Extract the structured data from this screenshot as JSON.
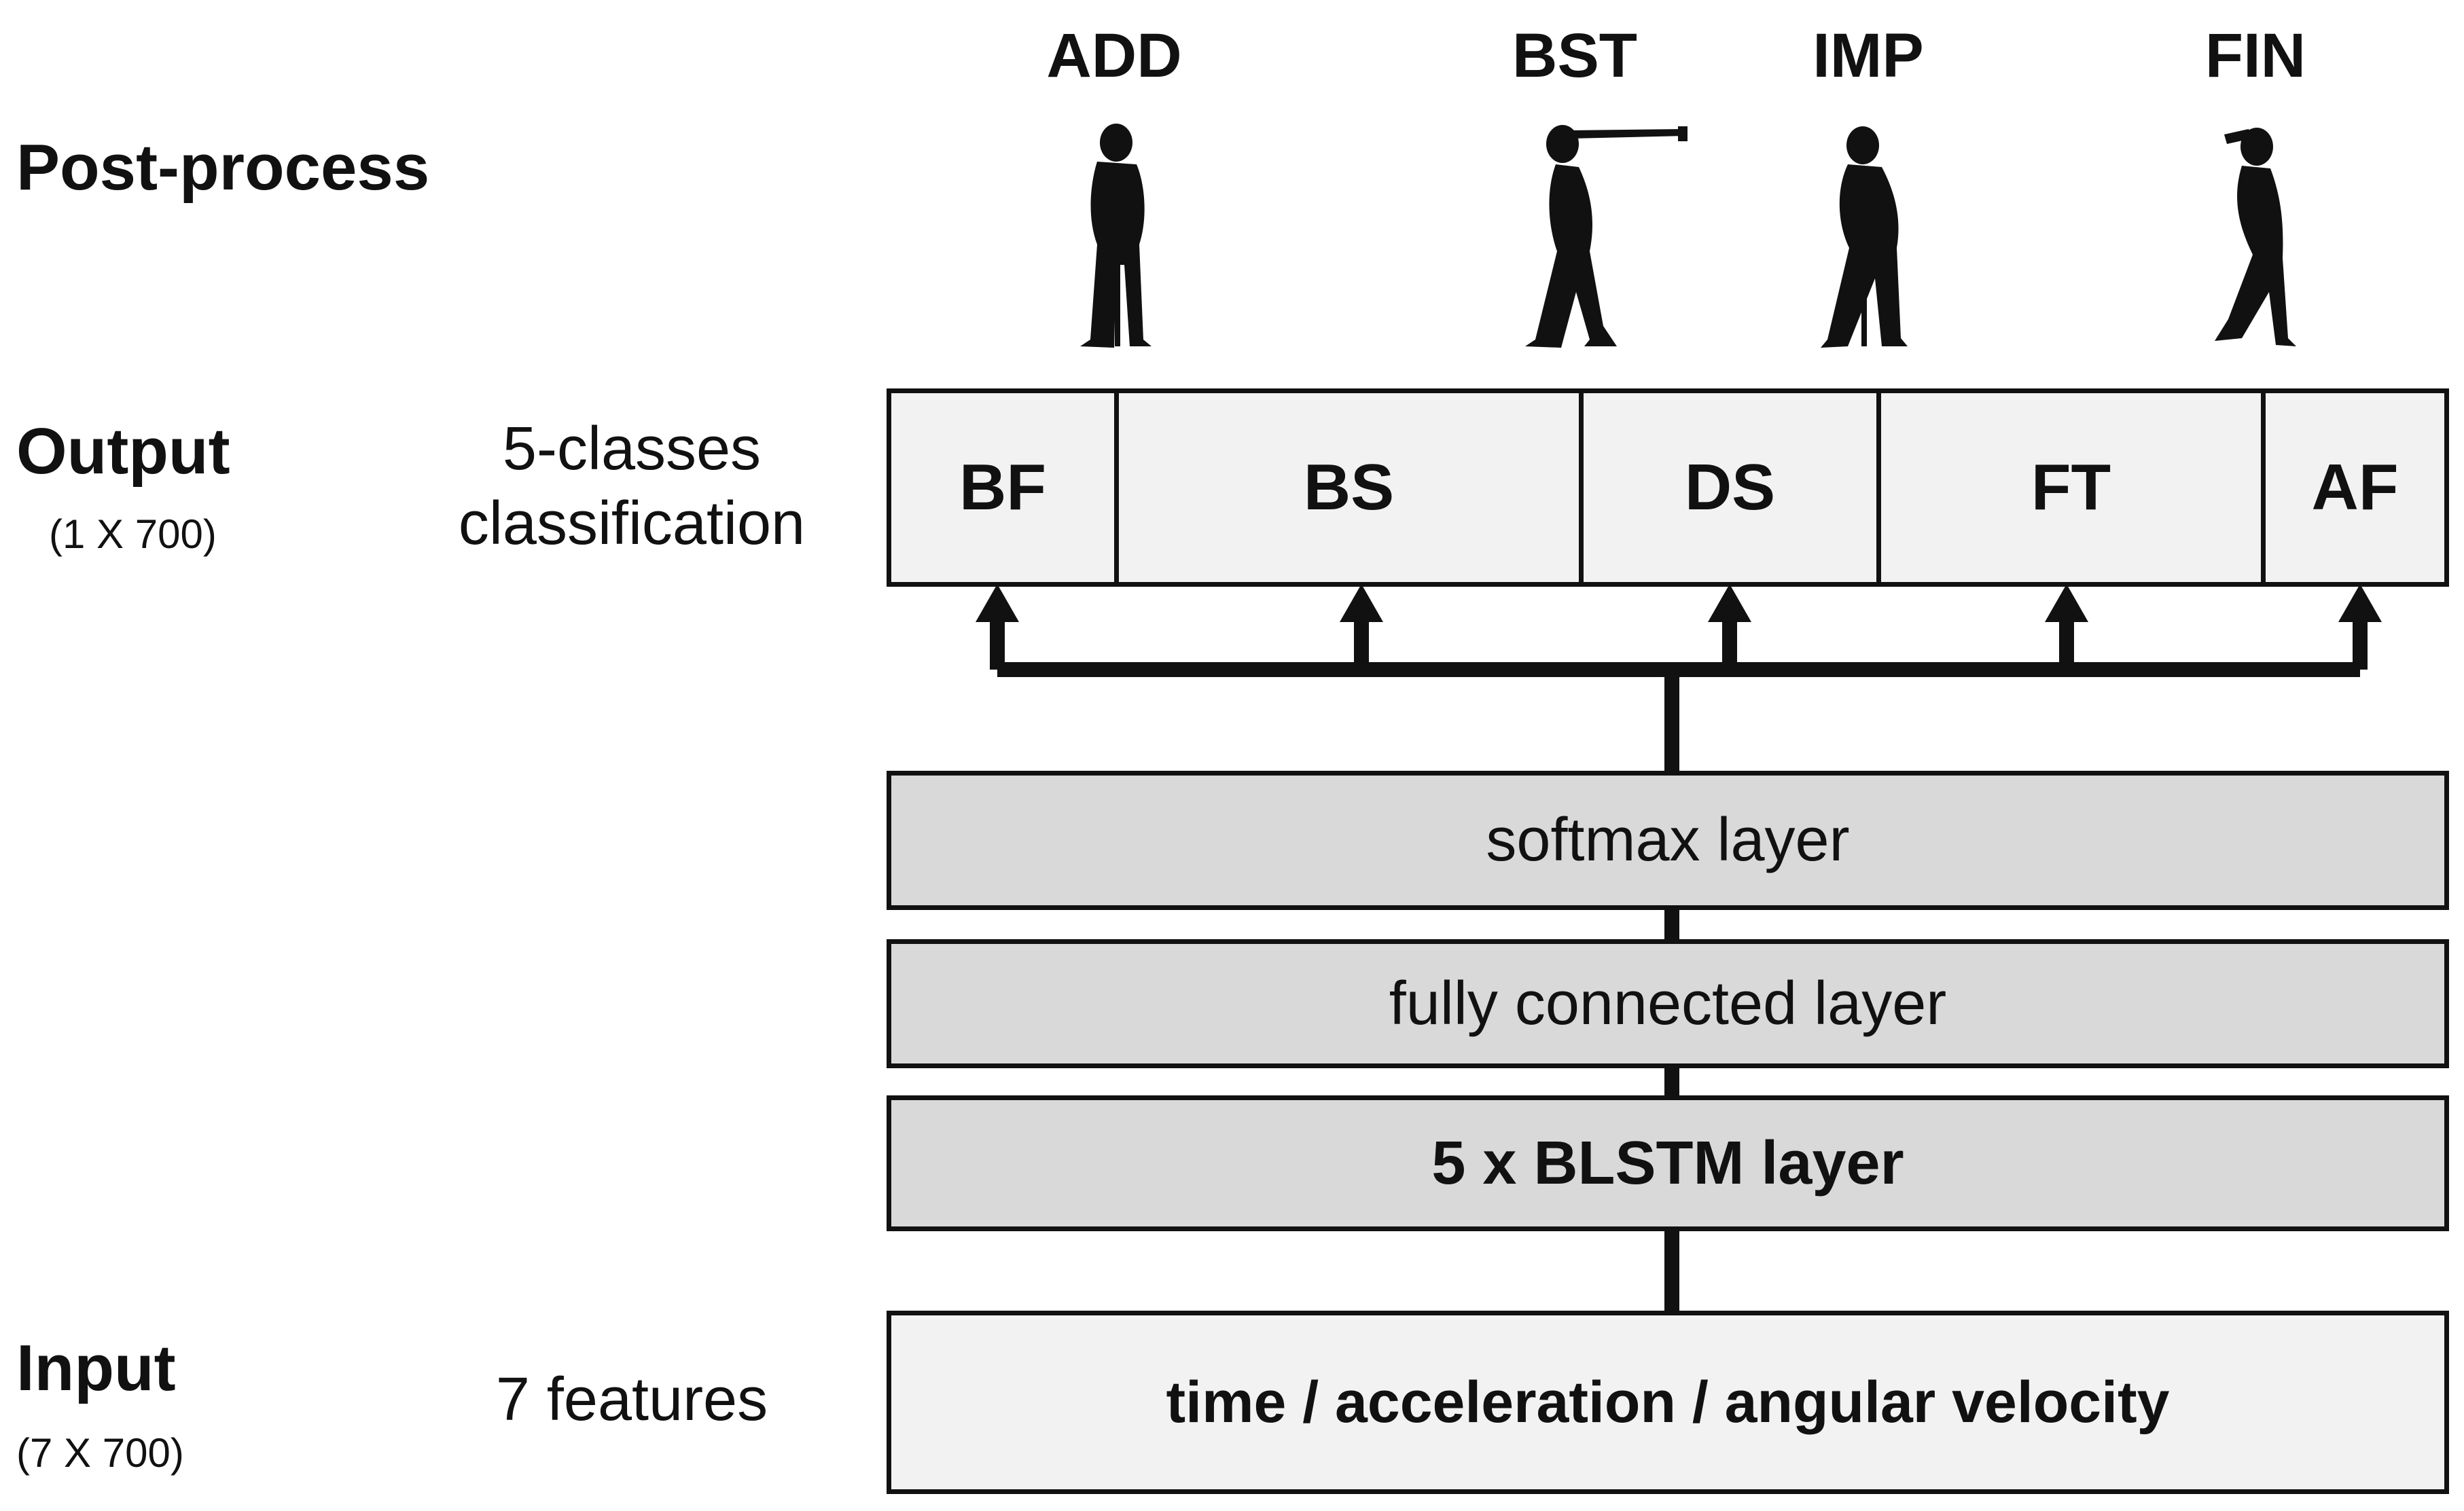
{
  "labels": {
    "postprocess": "Post-process",
    "output": "Output",
    "output_dim": "(1 X 700)",
    "output_desc_line1": "5-classes",
    "output_desc_line2": "classification",
    "input": "Input",
    "input_dim": "(7 X 700)",
    "input_desc": "7 features"
  },
  "phases": [
    "ADD",
    "BST",
    "IMP",
    "FIN"
  ],
  "classes": [
    "BF",
    "BS",
    "DS",
    "FT",
    "AF"
  ],
  "layers": {
    "softmax": "softmax layer",
    "fully_connected": "fully connected layer",
    "blstm": "5 x BLSTM layer",
    "input_box": "time / acceleration / angular velocity"
  },
  "colors": {
    "layer_fill": "#d9d9d9",
    "light_fill": "#f2f2f2",
    "stroke": "#111111"
  }
}
